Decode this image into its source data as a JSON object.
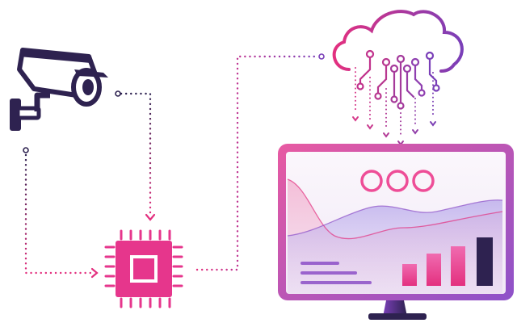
{
  "diagram": {
    "nodes": [
      {
        "id": "camera",
        "icon": "security-camera-icon"
      },
      {
        "id": "processor",
        "icon": "processor-chip-icon"
      },
      {
        "id": "cloud",
        "icon": "cloud-network-icon"
      },
      {
        "id": "monitor",
        "icon": "analytics-monitor-icon"
      }
    ],
    "edges": [
      {
        "from": "camera",
        "to": "processor",
        "style": "dotted"
      },
      {
        "from": "processor",
        "to": "cloud",
        "style": "dotted"
      },
      {
        "from": "cloud",
        "to": "monitor",
        "style": "dotted-arrows"
      }
    ]
  },
  "colors": {
    "navy": "#2e2250",
    "magenta": "#e3307f",
    "pink": "#e6368c",
    "purple": "#8c4fc7",
    "lavender": "#b9a9e6",
    "screen_bg": "#f4eef8",
    "bar_light": "#ee5aa4",
    "bar_dark": "#2e2250"
  }
}
